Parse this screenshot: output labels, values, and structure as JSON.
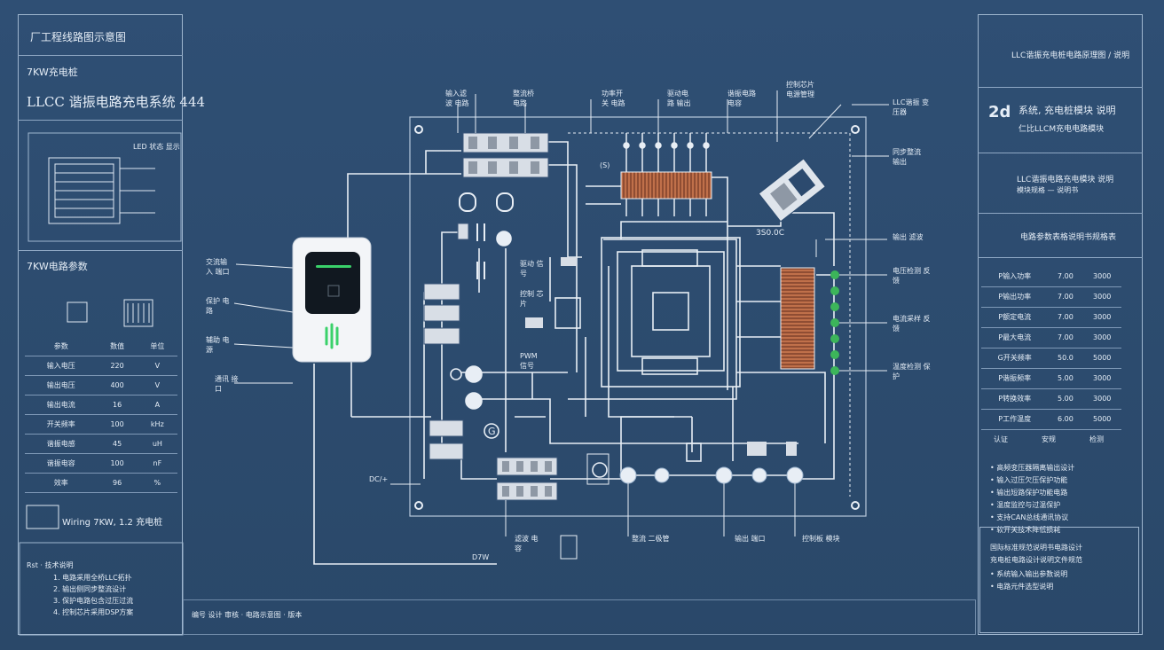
{
  "colors": {
    "background": "#2c4a6e",
    "line": "#e8eef5",
    "frame": "#9fb6cf",
    "resistor": "#c0704a",
    "led": "#3cb55a",
    "charger_light": "#3ad16a"
  },
  "left_panel": {
    "header": "厂工程线路图示意图",
    "title_power": "7KW充电桩",
    "title_main": "LLCC 谐振电路充电系统 444",
    "section_label": "7KW电路参数",
    "table_header": [
      "参数",
      "数值",
      "单位"
    ],
    "table_rows": [
      [
        "输入电压",
        "220",
        "V"
      ],
      [
        "输出电压",
        "400",
        "V"
      ],
      [
        "输出电流",
        "16",
        "A"
      ],
      [
        "开关频率",
        "100",
        "kHz"
      ],
      [
        "谐振电感",
        "45",
        "uH"
      ],
      [
        "谐振电容",
        "100",
        "nF"
      ],
      [
        "效率",
        "96",
        "%"
      ]
    ],
    "caption": "Wiring 7KW, 1.2 充电桩",
    "notes_title": "Rst · 技术说明",
    "notes": [
      "1. 电路采用全桥LLC拓扑",
      "2. 输出侧同步整流设计",
      "3. 保护电路包含过压过流",
      "4. 控制芯片采用DSP方案"
    ]
  },
  "right_panel": {
    "header": "LLC谐振充电桩电路原理图 / 说明",
    "model_number": "2d",
    "model_text_1": "系统, 充电桩模块 说明",
    "model_text_2": "仁比LLCM充电电路模块",
    "logo_text_1": "LLC谐振电路充电模块 说明",
    "logo_text_2": "模块规格 — 说明书",
    "banner_text": "电路参数表格说明书规格表",
    "spec_rows": [
      [
        "P输入功率",
        "7.00",
        "3000"
      ],
      [
        "P输出功率",
        "7.00",
        "3000"
      ],
      [
        "P额定电流",
        "7.00",
        "3000"
      ],
      [
        "P最大电流",
        "7.00",
        "3000"
      ],
      [
        "G开关频率",
        "50.0",
        "5000"
      ],
      [
        "P谐振频率",
        "5.00",
        "3000"
      ],
      [
        "P转换效率",
        "5.00",
        "3000"
      ],
      [
        "P工作温度",
        "6.00",
        "5000"
      ]
    ],
    "badges": [
      "认证",
      "安规",
      "检测"
    ],
    "bullets": [
      "• 高频变压器隔离输出设计",
      "• 输入过压欠压保护功能",
      "• 输出短路保护功能电路",
      "• 温度监控与过温保护",
      "• 支持CAN总线通讯协议",
      "• 软开关技术降低损耗"
    ],
    "footer_lines": [
      "国际标准规范说明书电路设计",
      "充电桩电路设计说明文件规范",
      "• 系统输入输出参数说明",
      "• 电路元件选型说明"
    ]
  },
  "diagram_labels": {
    "top": [
      "输入滤波 电路",
      "整流桥 电路",
      "功率开关 电路",
      "驱动电路 输出",
      "谐振电路 电容",
      "控制芯片 电源管理"
    ],
    "top_right": [
      "LLC谐振 变压器",
      "同步整流 输出"
    ],
    "left": [
      "交流输入 端口",
      "保护 电路",
      "辅助 电源",
      "通讯 接口"
    ],
    "right": [
      "输出 滤波",
      "电压检测 反馈",
      "电流采样 反馈",
      "温度检测 保护"
    ],
    "middle": [
      "驱动 信号",
      "控制 芯片",
      "PWM 信号"
    ],
    "bottom": [
      "滤波 电容",
      "整流 二极管",
      "输出 端口",
      "控制板 模块"
    ],
    "figure_no": "3S0.0C",
    "dc_label": "DC/+",
    "kw_label": "D7W",
    "small_tag": "(S)",
    "g_tag": "G",
    "footer_text": "编号 设计 审核 · 电路示意图 · 版本",
    "led_text": "LED 状态 显示"
  }
}
